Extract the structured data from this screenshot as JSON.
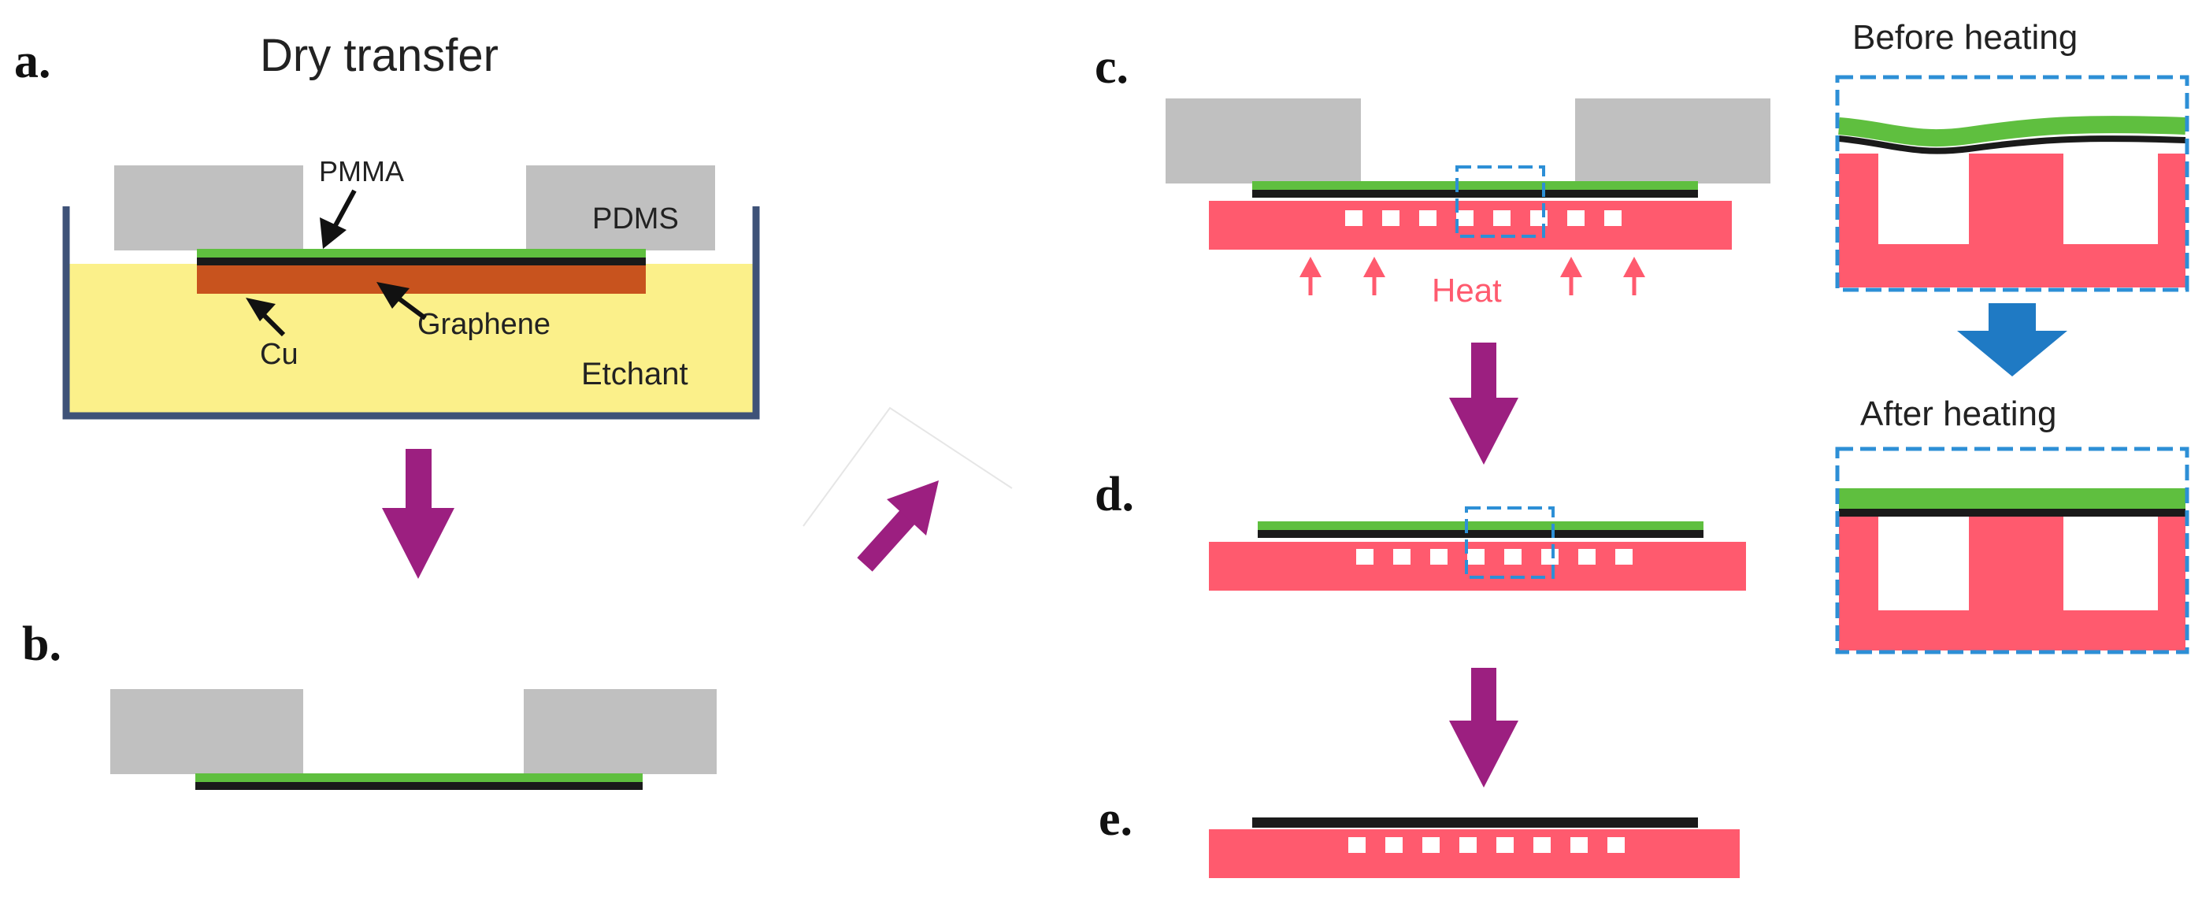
{
  "panels": {
    "a": {
      "label": "a.",
      "title": "Dry transfer"
    },
    "b": {
      "label": "b."
    },
    "c": {
      "label": "c."
    },
    "d": {
      "label": "d."
    },
    "e": {
      "label": "e."
    }
  },
  "annotations": {
    "pmma": "PMMA",
    "pdms": "PDMS",
    "cu": "Cu",
    "graphene": "Graphene",
    "etchant": "Etchant",
    "heat": "Heat",
    "before_heating": "Before heating",
    "after_heating": "After heating"
  },
  "colors": {
    "pdms": "#c0c0c0",
    "pmma": "#5fbf3f",
    "graphene": "#1a1a1a",
    "copper": "#c8531e",
    "etchant": "#fbf08a",
    "beaker": "#3e5278",
    "substrate": "#ff5a6e",
    "process_arrow": "#9c1f80",
    "zoom_arrow": "#1f7ac4",
    "zoom_box": "#2d8fd6"
  }
}
